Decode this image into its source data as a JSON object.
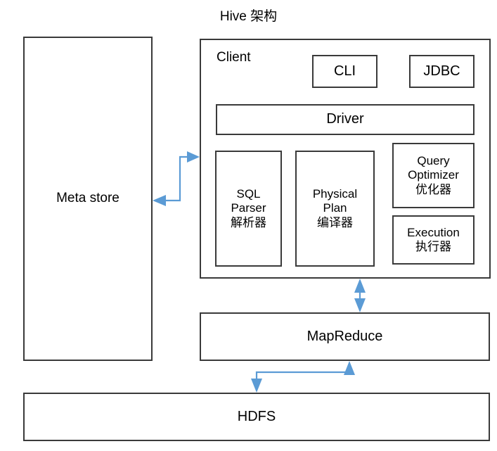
{
  "diagram": {
    "title": "Hive 架构",
    "background_color": "#ffffff",
    "box_border_color": "#3a3a3a",
    "arrow_color": "#5b9bd5",
    "text_color": "#000000"
  },
  "nodes": {
    "metastore": {
      "label": "Meta store"
    },
    "client": {
      "label": "Client"
    },
    "cli": {
      "label": "CLI"
    },
    "jdbc": {
      "label": "JDBC"
    },
    "driver": {
      "label": "Driver"
    },
    "sql_parser": {
      "label": "SQL\nParser\n解析器"
    },
    "physical_plan": {
      "label": "Physical\nPlan\n编译器"
    },
    "query_optimizer": {
      "label": "Query\nOptimizer\n优化器"
    },
    "execution": {
      "label": "Execution\n执行器"
    },
    "mapreduce": {
      "label": "MapReduce"
    },
    "hdfs": {
      "label": "HDFS"
    }
  },
  "connections": [
    {
      "name": "metastore-client-link",
      "from": "metastore",
      "to": "client",
      "style": "bidirectional"
    },
    {
      "name": "client-mapreduce-link",
      "from": "client",
      "to": "mapreduce",
      "style": "bidirectional"
    },
    {
      "name": "mapreduce-hdfs-link",
      "from": "mapreduce",
      "to": "hdfs",
      "style": "bidirectional"
    }
  ]
}
